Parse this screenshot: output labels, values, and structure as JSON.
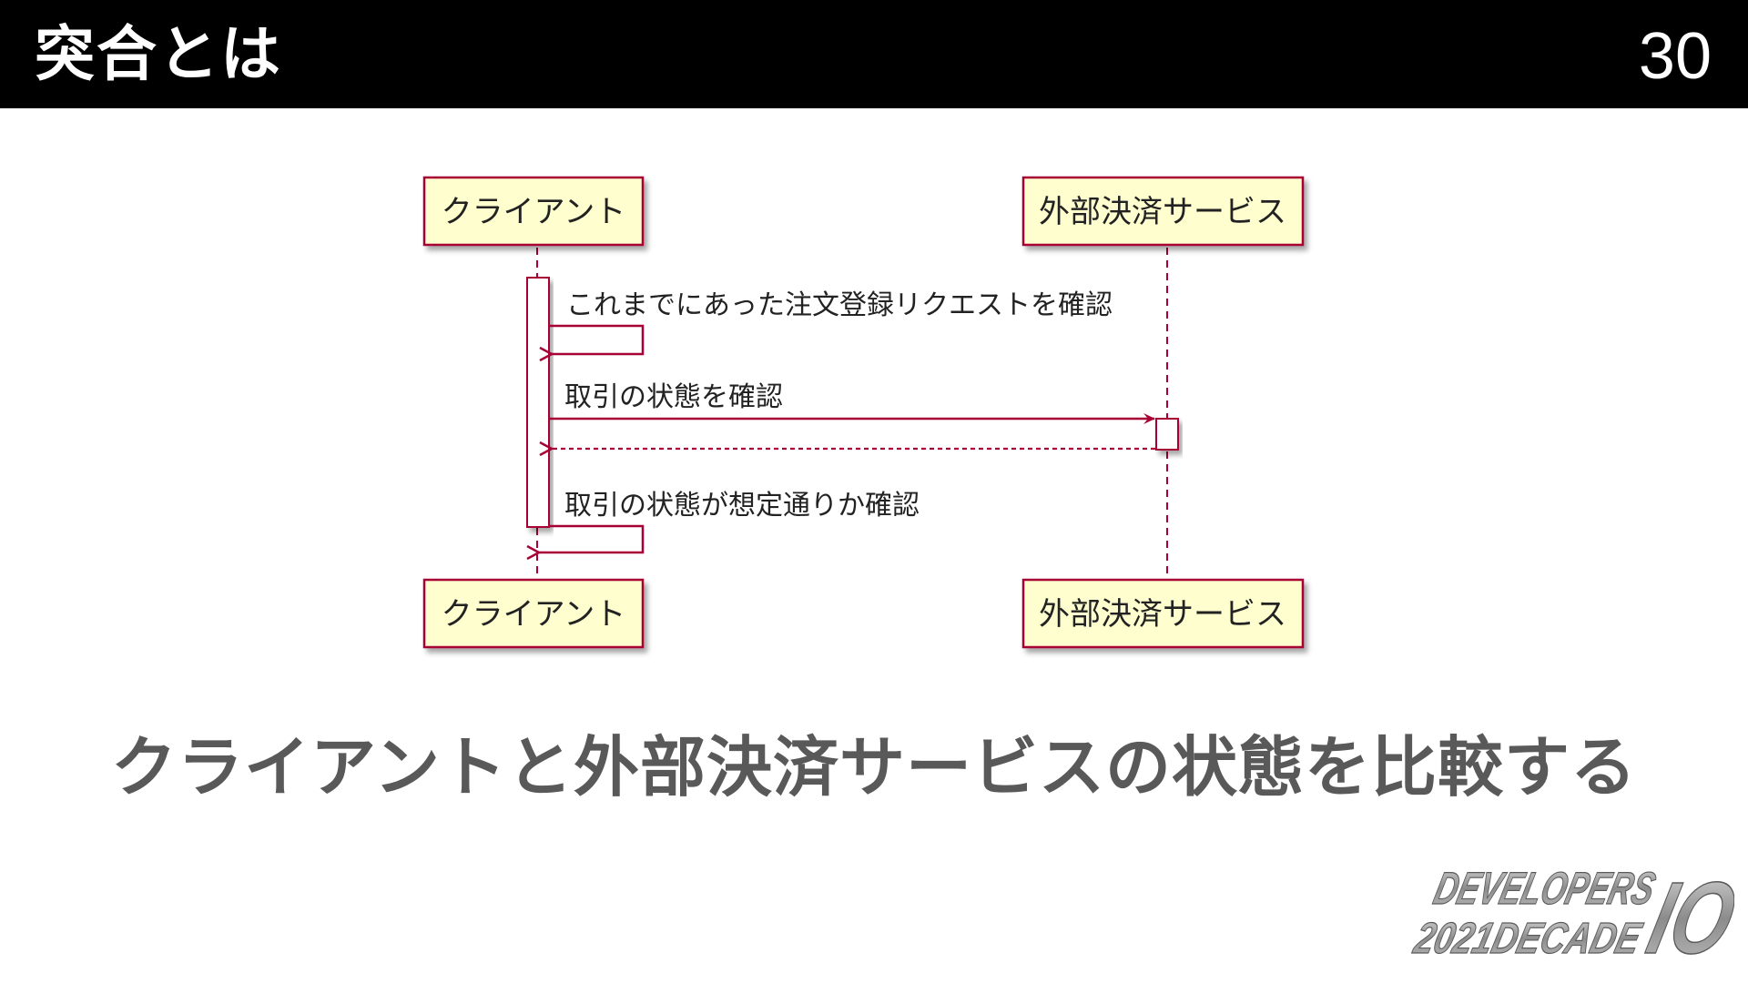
{
  "header": {
    "title": "突合とは",
    "slide_number": "30"
  },
  "diagram": {
    "participants": {
      "client": "クライアント",
      "external": "外部決済サービス"
    },
    "messages": {
      "self_check": "これまでにあった注文登録リクエストを確認",
      "request": "取引の状態を確認",
      "self_verify": "取引の状態が想定通りか確認"
    },
    "colors": {
      "box_fill": "#fefece",
      "box_border": "#a80036",
      "arrow": "#a80036"
    }
  },
  "caption": "クライアントと外部決済サービスの状態を比較する",
  "logo": {
    "line1": "DEVELOPERS",
    "line2": "2021DECADE",
    "mark": "IO"
  }
}
